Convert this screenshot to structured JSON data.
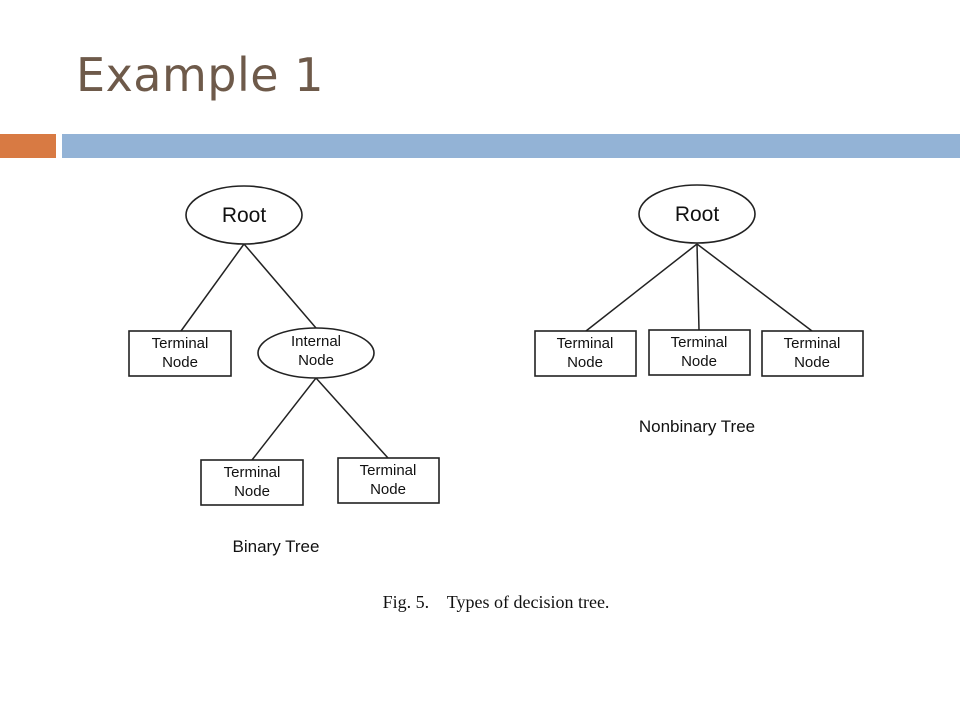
{
  "slide": {
    "title": "Example 1"
  },
  "accent_colors": {
    "title": "#6e5a4a",
    "bar_orange": "#d87a43",
    "bar_blue": "#93b3d6"
  },
  "figure": {
    "binary_tree": {
      "label": "Binary Tree",
      "root": "Root",
      "terminal_left": [
        "Terminal",
        "Node"
      ],
      "internal": [
        "Internal",
        "Node"
      ],
      "terminal_bottom_left": [
        "Terminal",
        "Node"
      ],
      "terminal_bottom_right": [
        "Terminal",
        "Node"
      ]
    },
    "nonbinary_tree": {
      "label": "Nonbinary Tree",
      "root": "Root",
      "terminal_1": [
        "Terminal",
        "Node"
      ],
      "terminal_2": [
        "Terminal",
        "Node"
      ],
      "terminal_3": [
        "Terminal",
        "Node"
      ]
    },
    "caption": "Fig. 5.    Types of decision tree."
  }
}
